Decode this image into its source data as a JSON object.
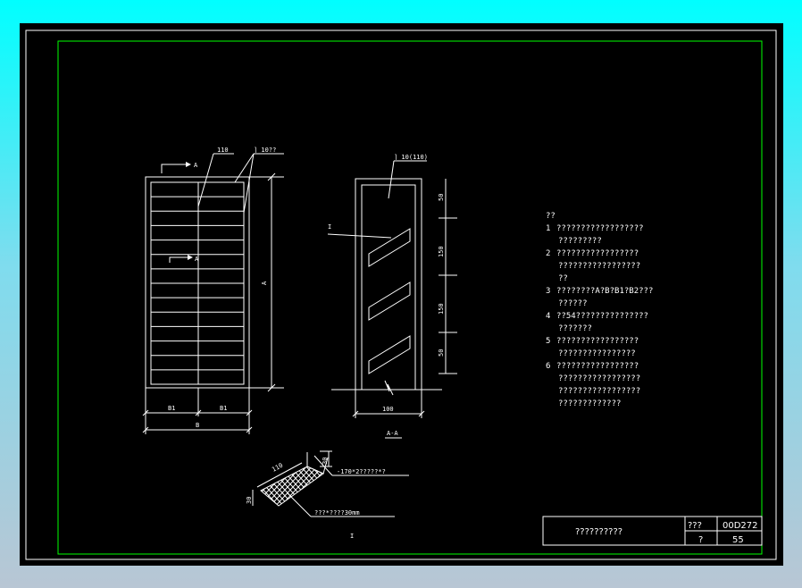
{
  "colors": {
    "frame": "#00ff00",
    "line": "#ffffff",
    "background": "#000000"
  },
  "front_view": {
    "label_a_top": "A",
    "label_a_mid": "A",
    "label_110": "110",
    "label_channel": "⌉ 10??",
    "label_height": "A",
    "label_b1_left": "B1",
    "label_b1_right": "B1",
    "label_b": "B"
  },
  "section_view": {
    "label_channel": "⌉ 10(110)",
    "label_leader": "I",
    "dims": [
      "50",
      "150",
      "150",
      "50"
    ],
    "label_width": "100",
    "caption": "A-A"
  },
  "detail_view": {
    "label_110": "110",
    "label_30_top": "30",
    "label_30_left": "30",
    "note_plate": "-170*2?????*?",
    "note_mesh": "???*????30mm",
    "caption": "I"
  },
  "notes": {
    "heading": "??",
    "items": [
      {
        "num": "1",
        "lines": [
          "??????????????????",
          "?????????"
        ]
      },
      {
        "num": "2",
        "lines": [
          "?????????????????",
          "?????????????????",
          "??"
        ]
      },
      {
        "num": "3",
        "lines": [
          "????????A?B?B1?B2???",
          "??????"
        ]
      },
      {
        "num": "4",
        "lines": [
          "??54???????????????",
          "???????"
        ]
      },
      {
        "num": "5",
        "lines": [
          "?????????????????",
          "????????????????"
        ]
      },
      {
        "num": "6",
        "lines": [
          "?????????????????",
          "?????????????????",
          "?????????????????",
          "?????????????"
        ]
      }
    ]
  },
  "title_block": {
    "title": "??????????",
    "label_code": "???",
    "code": "00D272",
    "label_page": "?",
    "page": "55"
  }
}
